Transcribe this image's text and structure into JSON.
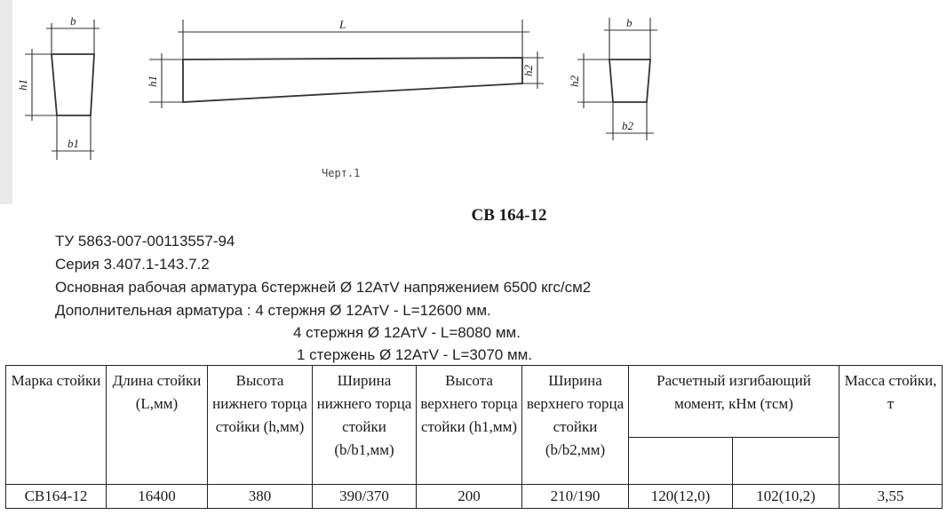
{
  "drawing": {
    "caption": "Черт.1",
    "labels": {
      "b": "b",
      "b1": "b1",
      "L": "L",
      "h1": "h1",
      "h2": "h2",
      "b2": "b2"
    }
  },
  "title": "СВ 164-12",
  "spec": {
    "tu": "ТУ 5863-007-00113557-94",
    "series": "Серия 3.407.1-143.7.2",
    "main_rebar": "Основная рабочая арматура 6стержней Ø 12АтV напряжением 6500 кгс/см2",
    "extra_rebar": "Дополнительная арматура : 4 стержня Ø 12АтV - L=12600 мм.",
    "extra_rebar_2": "4 стержня Ø 12АтV - L=8080 мм.",
    "extra_rebar_3": "1 стержень Ø 12АтV - L=3070 мм."
  },
  "table": {
    "headers": {
      "mark": "Марка стойки",
      "length": "Длина стойки (L,мм)",
      "h_bottom": "Высота нижнего торца стойки (h,мм)",
      "w_bottom": "Ширина нижнего торца стойки (b/b1,мм)",
      "h_top": "Высота верхнего торца стойки (h1,мм)",
      "w_top": "Ширина верхнего торца стойки (b/b2,мм)",
      "moment": "Расчетный изгибающий момент, кНм (тсм)",
      "moment_sub_1": "",
      "moment_sub_2": "",
      "mass": "Масса стойки, т"
    },
    "rows": [
      {
        "mark": "СВ164-12",
        "length": "16400",
        "h_bottom": "380",
        "w_bottom": "390/370",
        "h_top": "200",
        "w_top": "210/190",
        "moment_1": "120(12,0)",
        "moment_2": "102(10,2)",
        "mass": "3,55"
      }
    ]
  }
}
